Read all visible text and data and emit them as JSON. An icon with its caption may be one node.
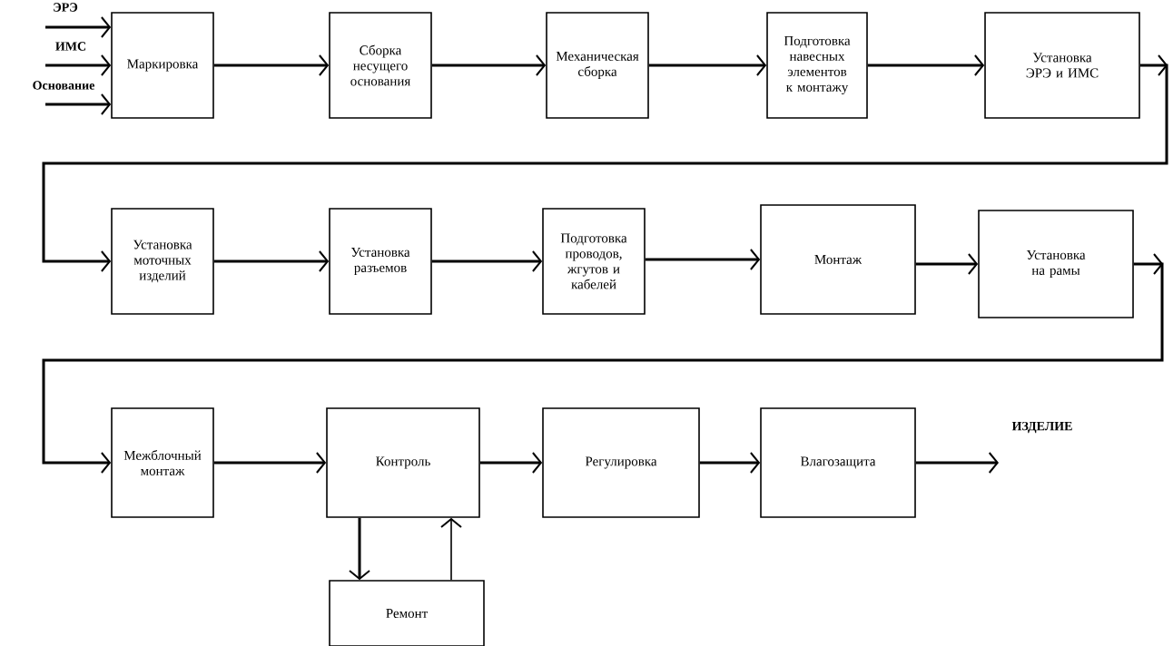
{
  "diagram": {
    "nodes": [
      {
        "text": [
          "Маркировка"
        ]
      },
      {
        "text": [
          "Сборка несущего основания"
        ]
      },
      {
        "text": [
          "Механическая сборка"
        ]
      },
      {
        "text": [
          "Подготовка навесных элементов к монтажу"
        ]
      },
      {
        "text": [
          "Установка ЭРЭ и ИМС"
        ]
      },
      {
        "text": [
          "Установка моточных изделий"
        ]
      },
      {
        "text": [
          "Установка разъемов"
        ]
      },
      {
        "text": [
          "Подготовка проводов, жгутов и кабелей"
        ]
      },
      {
        "text": [
          "Монтаж"
        ]
      },
      {
        "text": [
          "Установка на рамы"
        ]
      },
      {
        "text": [
          "Межблочный монтаж"
        ]
      },
      {
        "text": [
          "Контроль"
        ]
      },
      {
        "text": [
          "Регулировка"
        ]
      },
      {
        "text": [
          "Влагозащита"
        ]
      },
      {
        "text": [
          "Ремонт"
        ]
      }
    ],
    "edges": [
      {
        "from": null,
        "to": 0,
        "arrow": "to",
        "label": "ЭРЭ"
      },
      {
        "from": null,
        "to": 0,
        "arrow": "to",
        "label": "ИМС"
      },
      {
        "from": null,
        "to": 0,
        "arrow": "to",
        "label": "Основание"
      },
      {
        "from": 0,
        "to": 1,
        "arrow": "to"
      },
      {
        "from": 1,
        "to": 2,
        "arrow": "to"
      },
      {
        "from": 2,
        "to": 3,
        "arrow": "to"
      },
      {
        "from": 3,
        "to": 4,
        "arrow": "to"
      },
      {
        "from": 4,
        "to": 5,
        "arrow": "to"
      },
      {
        "from": 5,
        "to": 6,
        "arrow": "to"
      },
      {
        "from": 6,
        "to": 7,
        "arrow": "to"
      },
      {
        "from": 7,
        "to": 8,
        "arrow": "to"
      },
      {
        "from": 8,
        "to": 9,
        "arrow": "to"
      },
      {
        "from": 9,
        "to": 10,
        "arrow": "to"
      },
      {
        "from": 10,
        "to": 11,
        "arrow": "to"
      },
      {
        "from": 11,
        "to": 12,
        "arrow": "to"
      },
      {
        "from": 12,
        "to": 13,
        "arrow": "to"
      },
      {
        "from": 13,
        "to": null,
        "arrow": "to",
        "label": "ИЗДЕЛИЕ"
      },
      {
        "from": 11,
        "to": 14,
        "arrow": "to"
      },
      {
        "from": 14,
        "to": 11,
        "arrow": "to"
      }
    ]
  }
}
